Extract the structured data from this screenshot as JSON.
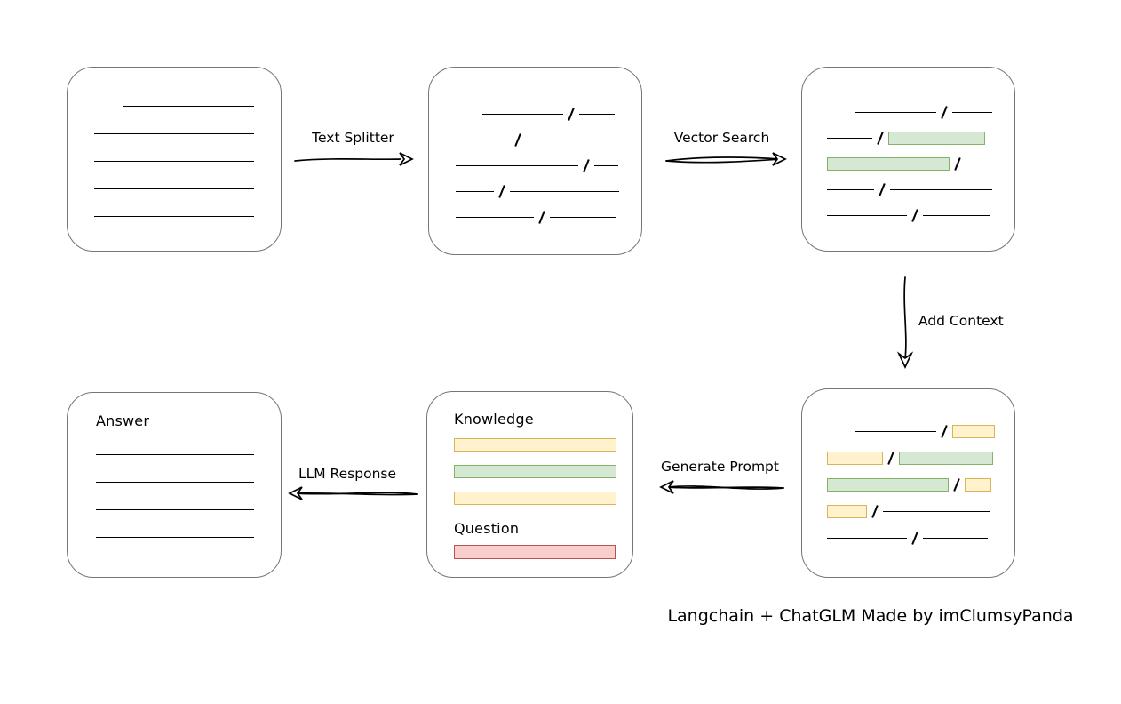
{
  "diagram": {
    "caption": "Langchain + ChatGLM Made by imClumsyPanda",
    "labels": {
      "text_splitter": "Text Splitter",
      "vector_search": "Vector Search",
      "add_context": "Add Context",
      "generate_prompt": "Generate Prompt",
      "llm_response": "LLM Response"
    },
    "colors": {
      "chip_green_fill": "#d5e8d4",
      "chip_green_border": "#82b366",
      "chip_yellow_fill": "#fff2cc",
      "chip_yellow_border": "#d6b656",
      "chip_red_fill": "#f8cecc",
      "chip_red_border": "#b85450",
      "box_border": "#757575",
      "ink": "#000000"
    },
    "boxes": {
      "document": {
        "rows": [
          [
            {
              "t": "space",
              "w": 32
            },
            {
              "t": "line",
              "w": 148
            }
          ],
          [
            {
              "t": "line",
              "w": 180
            }
          ],
          [
            {
              "t": "line",
              "w": 180
            }
          ],
          [
            {
              "t": "line",
              "w": 180
            }
          ],
          [
            {
              "t": "line",
              "w": 180
            }
          ]
        ]
      },
      "chunks": {
        "rows": [
          [
            {
              "t": "space",
              "w": 30
            },
            {
              "t": "line",
              "w": 91
            },
            {
              "t": "slash"
            },
            {
              "t": "line",
              "w": 40
            }
          ],
          [
            {
              "t": "line",
              "w": 61
            },
            {
              "t": "slash"
            },
            {
              "t": "line",
              "w": 105
            }
          ],
          [
            {
              "t": "line",
              "w": 138
            },
            {
              "t": "slash"
            },
            {
              "t": "line",
              "w": 27
            }
          ],
          [
            {
              "t": "line",
              "w": 43
            },
            {
              "t": "slash"
            },
            {
              "t": "line",
              "w": 123
            }
          ],
          [
            {
              "t": "line",
              "w": 88
            },
            {
              "t": "slash"
            },
            {
              "t": "line",
              "w": 75
            }
          ]
        ]
      },
      "vector_result": {
        "rows": [
          [
            {
              "t": "space",
              "w": 32
            },
            {
              "t": "line",
              "w": 91
            },
            {
              "t": "slash"
            },
            {
              "t": "line",
              "w": 45
            }
          ],
          [
            {
              "t": "line",
              "w": 51
            },
            {
              "t": "slash"
            },
            {
              "t": "green",
              "w": 109
            }
          ],
          [
            {
              "t": "green",
              "w": 138
            },
            {
              "t": "slash"
            },
            {
              "t": "line",
              "w": 31
            }
          ],
          [
            {
              "t": "line",
              "w": 53
            },
            {
              "t": "slash"
            },
            {
              "t": "line",
              "w": 115
            }
          ],
          [
            {
              "t": "line",
              "w": 90
            },
            {
              "t": "slash"
            },
            {
              "t": "line",
              "w": 75
            }
          ]
        ]
      },
      "context": {
        "rows": [
          [
            {
              "t": "space",
              "w": 32
            },
            {
              "t": "line",
              "w": 91
            },
            {
              "t": "slash"
            },
            {
              "t": "yellow",
              "w": 48
            }
          ],
          [
            {
              "t": "yellow",
              "w": 63
            },
            {
              "t": "slash"
            },
            {
              "t": "green",
              "w": 106
            }
          ],
          [
            {
              "t": "green",
              "w": 137
            },
            {
              "t": "slash"
            },
            {
              "t": "yellow",
              "w": 30
            }
          ],
          [
            {
              "t": "yellow",
              "w": 45
            },
            {
              "t": "slash"
            },
            {
              "t": "line",
              "w": 120
            }
          ],
          [
            {
              "t": "line",
              "w": 90
            },
            {
              "t": "slash"
            },
            {
              "t": "line",
              "w": 73
            }
          ]
        ]
      },
      "prompt": {
        "knowledge_label": "Knowledge",
        "question_label": "Question",
        "rows_knowledge": [
          [
            {
              "t": "yellow",
              "w": 183
            }
          ],
          [
            {
              "t": "green",
              "w": 183
            }
          ],
          [
            {
              "t": "yellow",
              "w": 183
            }
          ]
        ],
        "rows_question": [
          [
            {
              "t": "red",
              "w": 182
            }
          ]
        ]
      },
      "answer": {
        "title": "Answer",
        "rows": [
          [
            {
              "t": "line",
              "w": 178
            }
          ],
          [
            {
              "t": "line",
              "w": 178
            }
          ],
          [
            {
              "t": "line",
              "w": 178
            }
          ],
          [
            {
              "t": "line",
              "w": 178
            }
          ]
        ]
      }
    }
  }
}
